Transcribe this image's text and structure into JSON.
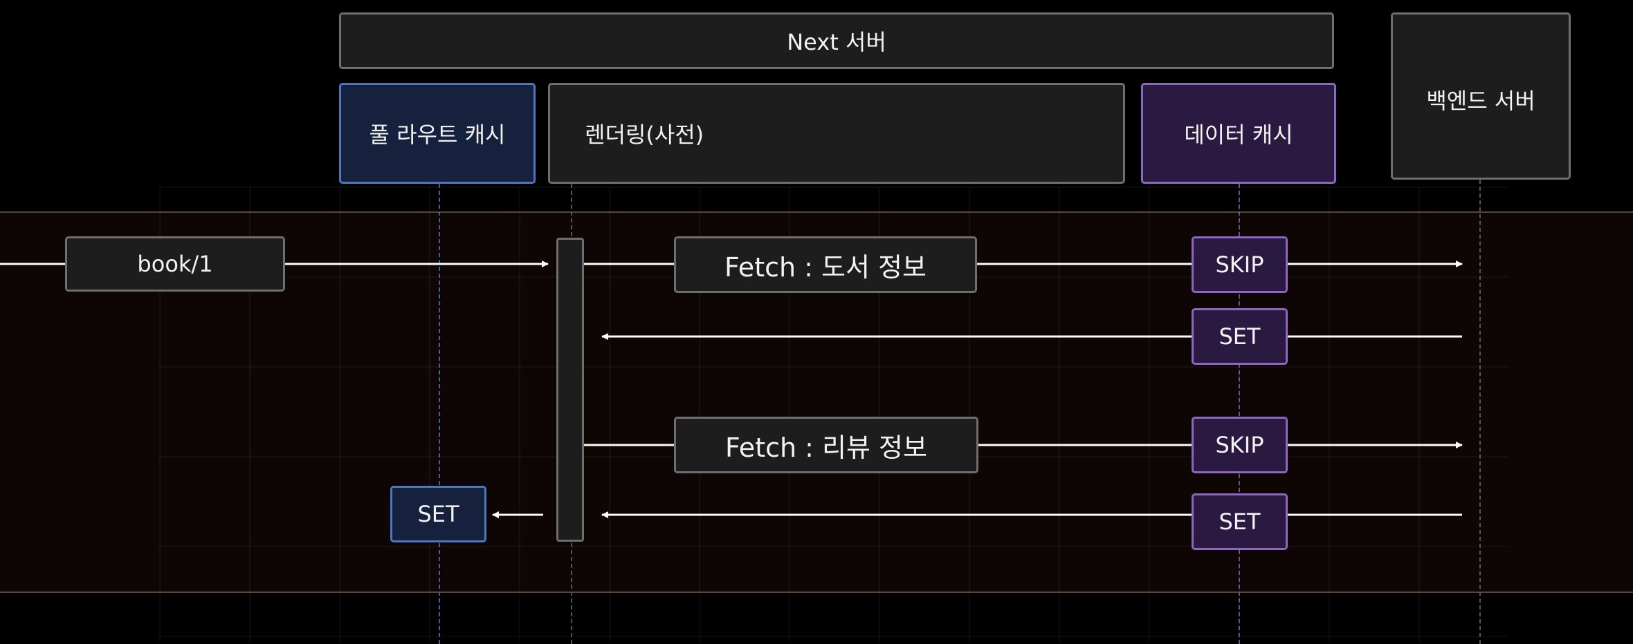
{
  "header": {
    "next_server": "Next 서버"
  },
  "lanes": {
    "full_route_cache": "풀 라우트 캐시",
    "rendering": "렌더링(사전)",
    "data_cache": "데이터 캐시",
    "backend_server": "백엔드 서버"
  },
  "messages": {
    "request": "book/1",
    "fetch_book": "Fetch : 도서 정보",
    "fetch_review": "Fetch : 리뷰 정보"
  },
  "tags": {
    "skip_1": "SKIP",
    "set_1": "SET",
    "skip_2": "SKIP",
    "set_2": "SET",
    "set_full_route": "SET"
  },
  "colors": {
    "full_route_cache": "#4d76bf",
    "data_cache": "#8e67c0",
    "neutral": "#6f6f6f"
  }
}
